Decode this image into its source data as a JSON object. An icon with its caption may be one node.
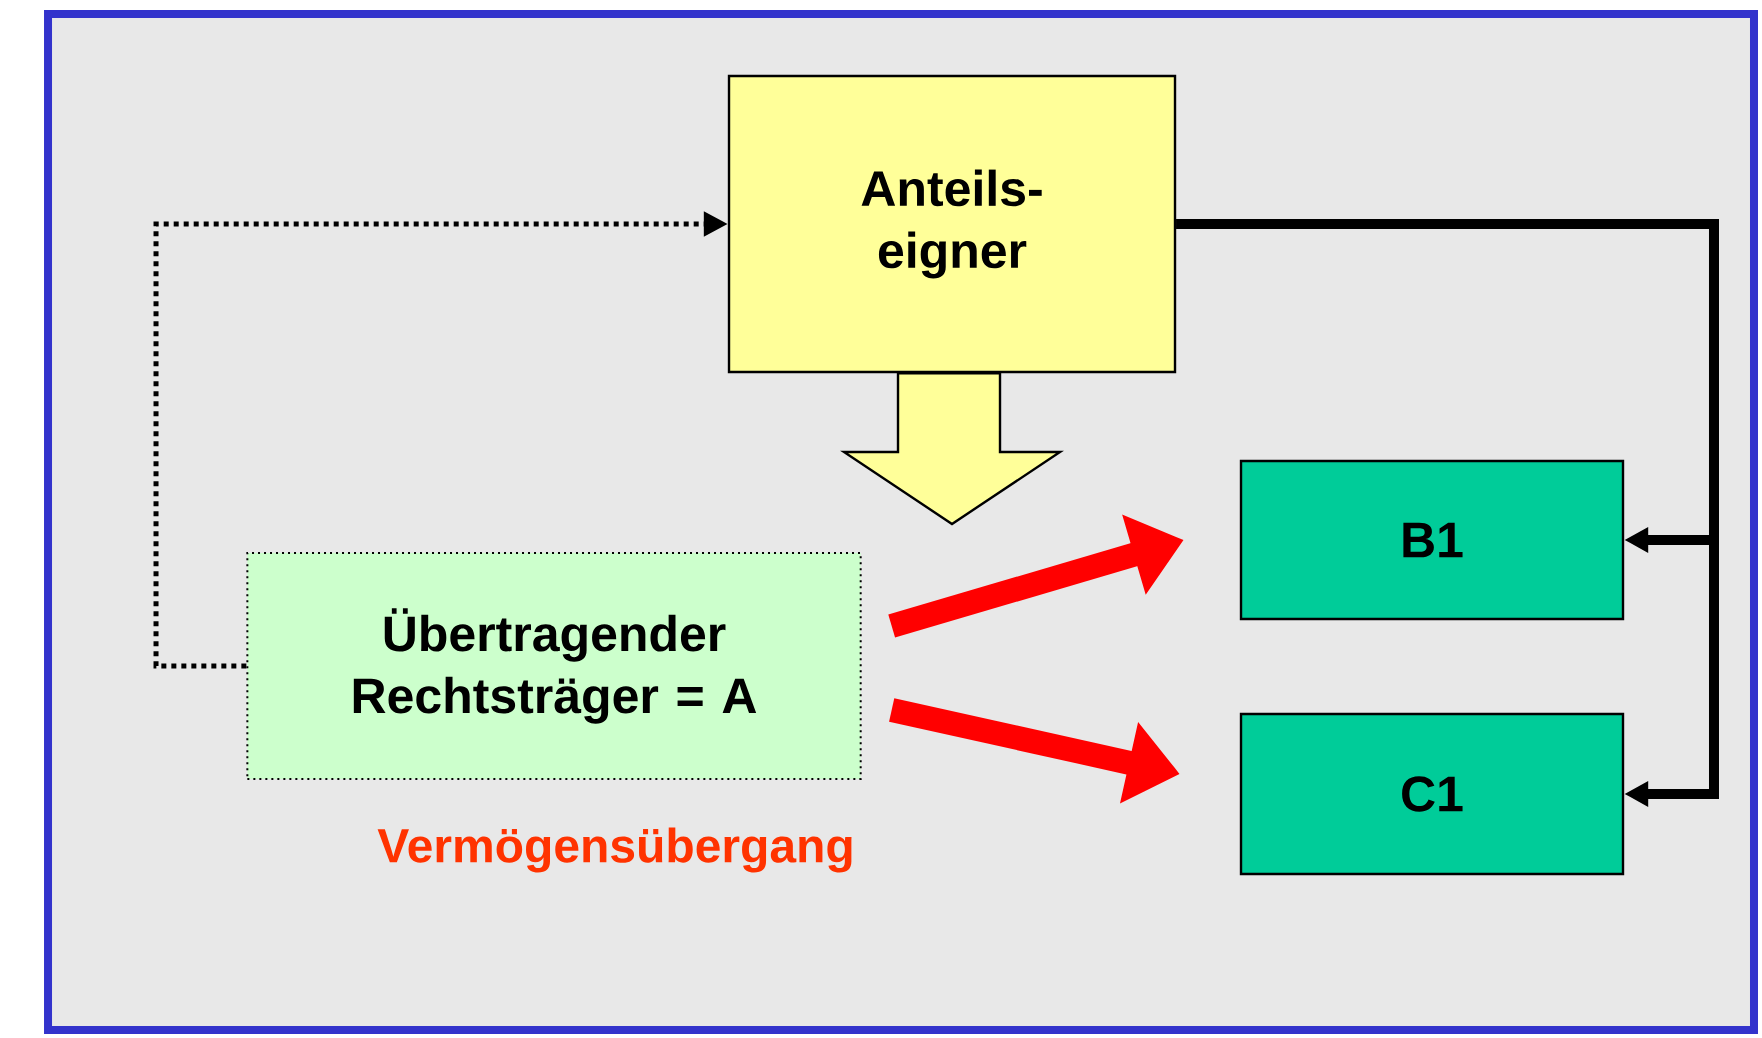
{
  "diagram": {
    "nodes": [
      {
        "text": [
          "Anteils- eigner"
        ]
      },
      {
        "text": [
          "B1"
        ]
      },
      {
        "text": [
          "C1"
        ]
      },
      {
        "text": [
          "Übertragender Rechtsträger = A"
        ]
      }
    ],
    "edges": [
      {
        "from": 3,
        "to": 0,
        "arrow": "to",
        "style": "dashed"
      },
      {
        "from": 0,
        "to": 1,
        "arrow": "to"
      },
      {
        "from": 0,
        "to": 2,
        "arrow": "to"
      },
      {
        "from": 0,
        "to": 3,
        "arrow": "to",
        "color": "#ffff99"
      },
      {
        "from": 3,
        "to": 1,
        "arrow": "to",
        "style": "thick",
        "color": "#ff0000"
      },
      {
        "from": 3,
        "to": 2,
        "arrow": "to",
        "style": "thick",
        "color": "#ff0000"
      }
    ],
    "labels": [
      "Vermögensübergang"
    ]
  }
}
